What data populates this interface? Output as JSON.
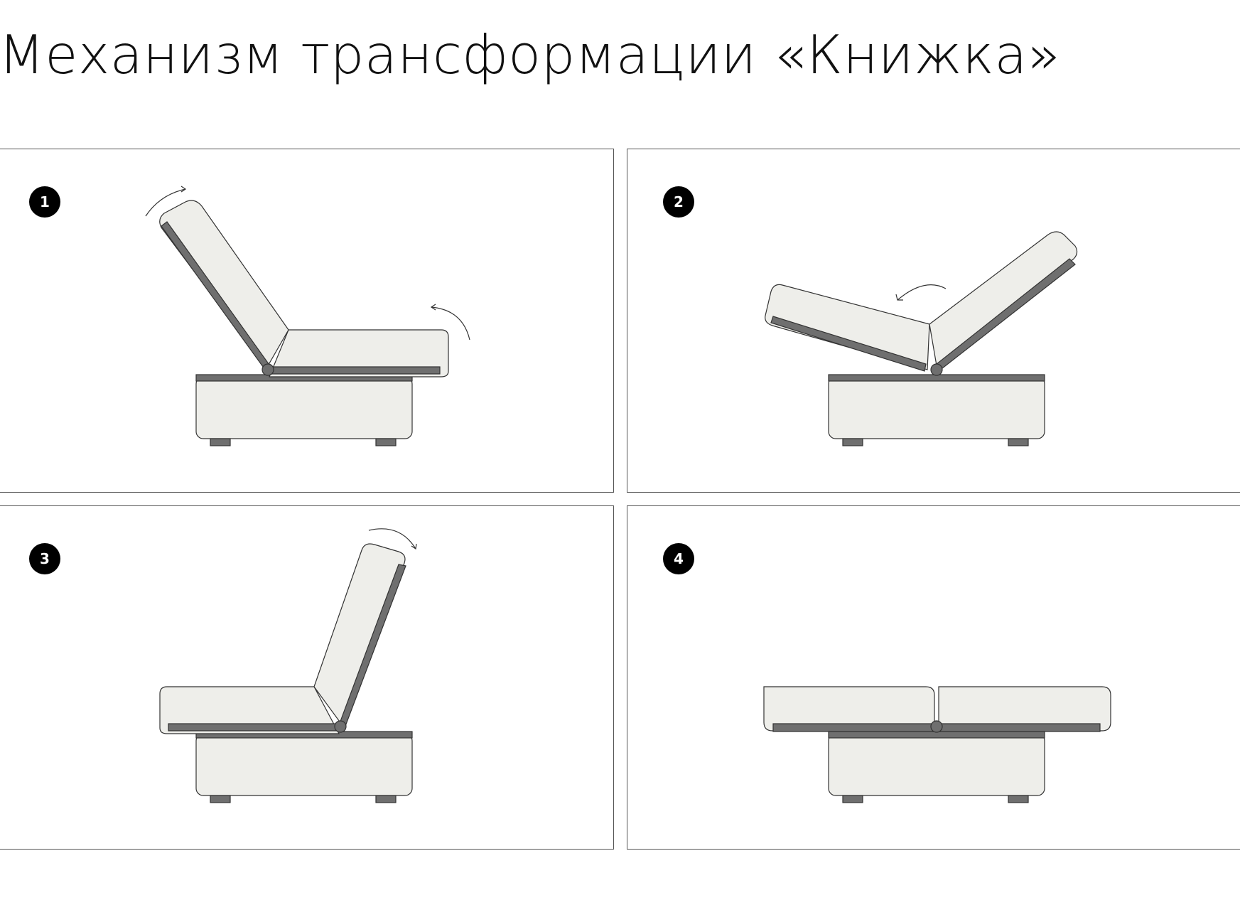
{
  "title": "Механизм трансформации «Книжка»",
  "steps": [
    {
      "number": "1"
    },
    {
      "number": "2"
    },
    {
      "number": "3"
    },
    {
      "number": "4"
    }
  ],
  "colors": {
    "upholstery": "#eeeeea",
    "frame_strip": "#6f6f6f",
    "outline": "#333333",
    "panel_border": "#555555",
    "badge": "#000000"
  }
}
